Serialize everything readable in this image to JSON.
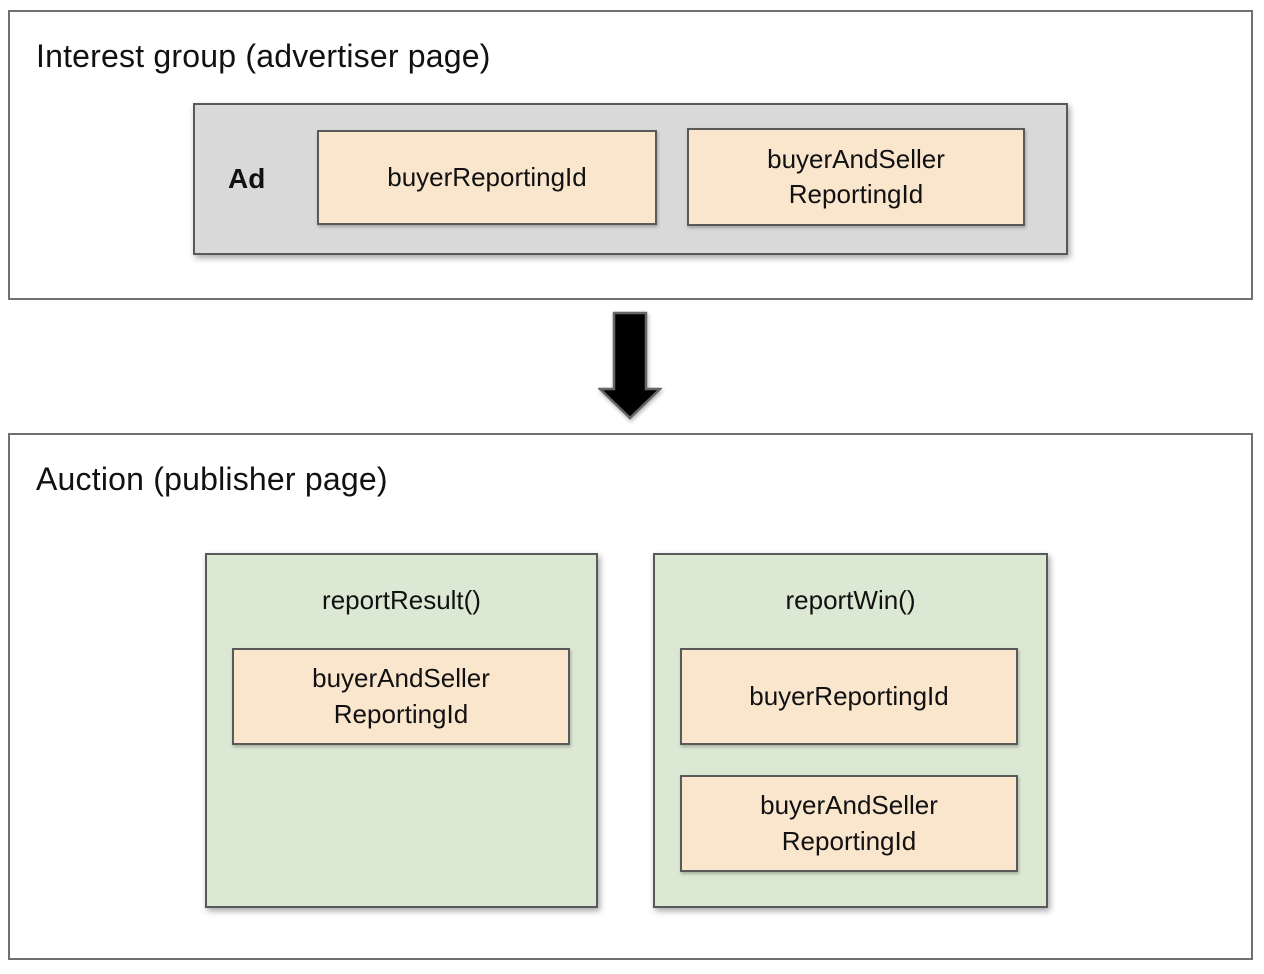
{
  "colors": {
    "section_border": "#707070",
    "box_border": "#595959",
    "ad_box_fill": "#d9d9d9",
    "field_fill": "#fae5cd",
    "function_box_fill": "#dbe8d3",
    "arrow_fill": "#000000",
    "text": "#111111"
  },
  "interest_group": {
    "title": "Interest group (advertiser page)",
    "ad": {
      "label": "Ad",
      "fields": [
        {
          "label": "buyerReportingId"
        },
        {
          "label": "buyerAndSeller\nReportingId"
        }
      ]
    }
  },
  "arrow": {
    "icon": "down-arrow"
  },
  "auction": {
    "title": "Auction (publisher page)",
    "functions": [
      {
        "name": "reportResult()",
        "fields": [
          {
            "label": "buyerAndSeller\nReportingId"
          }
        ]
      },
      {
        "name": "reportWin()",
        "fields": [
          {
            "label": "buyerReportingId"
          },
          {
            "label": "buyerAndSeller\nReportingId"
          }
        ]
      }
    ]
  }
}
